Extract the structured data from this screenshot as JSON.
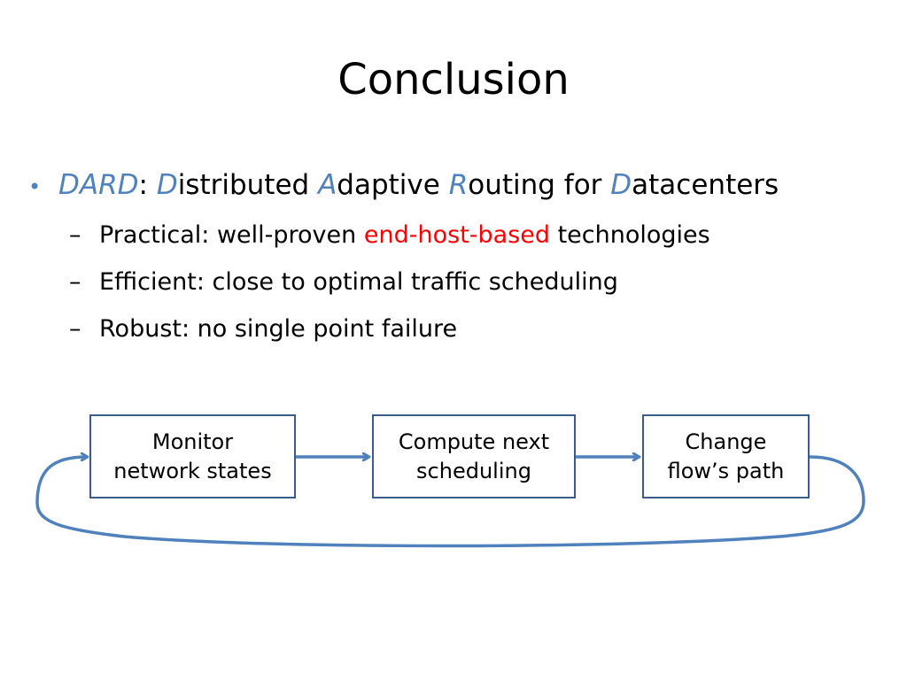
{
  "title": "Conclusion",
  "bullet": {
    "acronym": "DARD",
    "colon": ":",
    "words": [
      {
        "initial": "D",
        "rest": "istributed "
      },
      {
        "initial": "A",
        "rest": "daptive "
      },
      {
        "initial": "R",
        "rest": "outing for "
      },
      {
        "initial": "D",
        "rest": "atacenters"
      }
    ]
  },
  "subbullets": [
    {
      "dash": "–",
      "before": "Practical: well-proven ",
      "highlight": "end-host-based",
      "after": " technologies"
    },
    {
      "dash": "–",
      "before": "Efficient: close to optimal traffic scheduling",
      "highlight": "",
      "after": ""
    },
    {
      "dash": "–",
      "before": "Robust: no single point failure",
      "highlight": "",
      "after": ""
    }
  ],
  "flow": {
    "boxes": [
      {
        "line1": "Monitor",
        "line2": "network states"
      },
      {
        "line1": "Compute next",
        "line2": "scheduling"
      },
      {
        "line1": "Change",
        "line2": "flow’s path"
      }
    ]
  },
  "colors": {
    "accent": "#4f81bd",
    "highlight": "#ff0000",
    "box_border": "#385d8a"
  }
}
